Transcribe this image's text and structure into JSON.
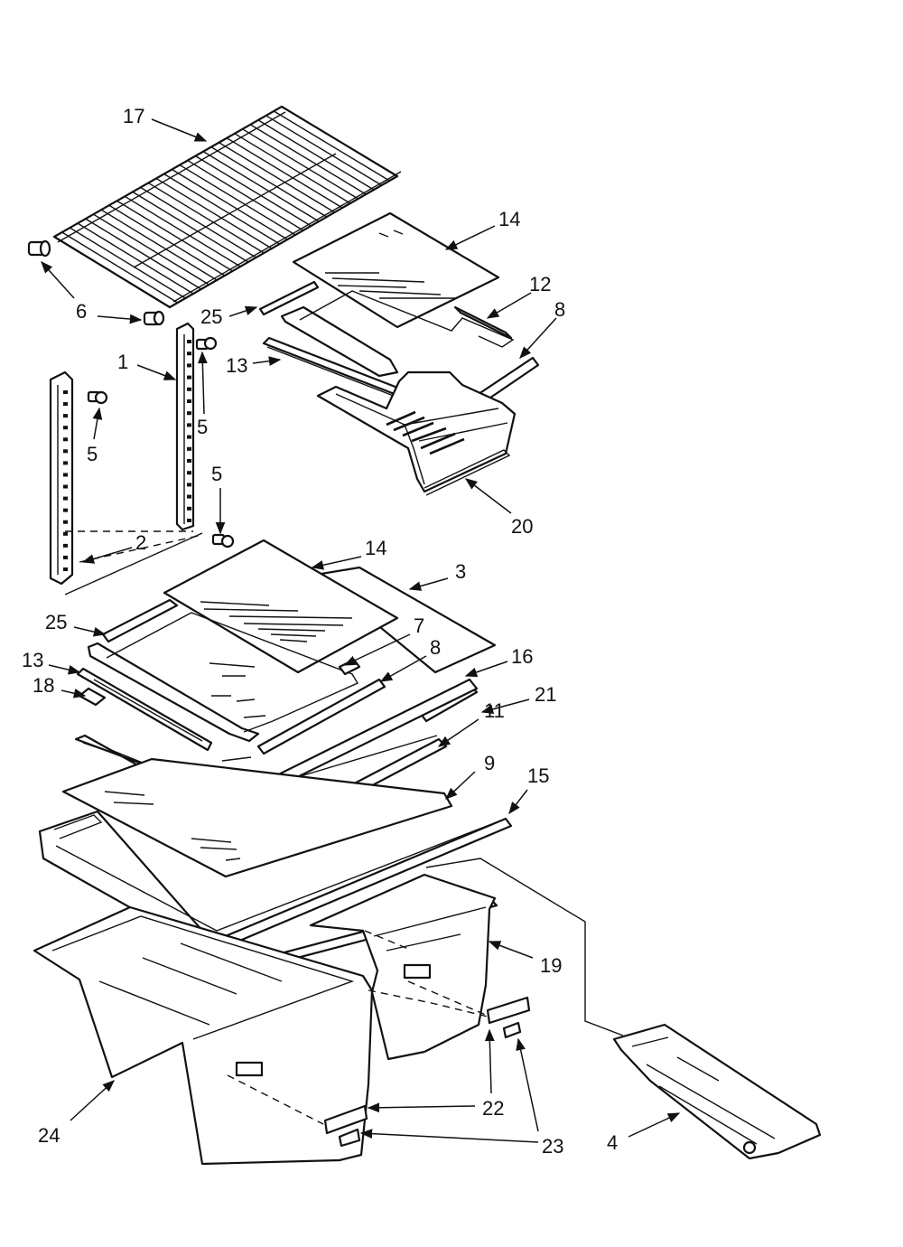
{
  "callouts": [
    {
      "label": "17"
    },
    {
      "label": "14"
    },
    {
      "label": "12"
    },
    {
      "label": "8"
    },
    {
      "label": "6"
    },
    {
      "label": "25"
    },
    {
      "label": "13"
    },
    {
      "label": "1"
    },
    {
      "label": "5"
    },
    {
      "label": "5"
    },
    {
      "label": "5"
    },
    {
      "label": "20"
    },
    {
      "label": "2"
    },
    {
      "label": "14"
    },
    {
      "label": "3"
    },
    {
      "label": "25"
    },
    {
      "label": "7"
    },
    {
      "label": "8"
    },
    {
      "label": "16"
    },
    {
      "label": "13"
    },
    {
      "label": "18"
    },
    {
      "label": "21"
    },
    {
      "label": "11"
    },
    {
      "label": "9"
    },
    {
      "label": "15"
    },
    {
      "label": "19"
    },
    {
      "label": "22"
    },
    {
      "label": "23"
    },
    {
      "label": "24"
    },
    {
      "label": "22"
    },
    {
      "label": "23"
    },
    {
      "label": "4"
    }
  ]
}
